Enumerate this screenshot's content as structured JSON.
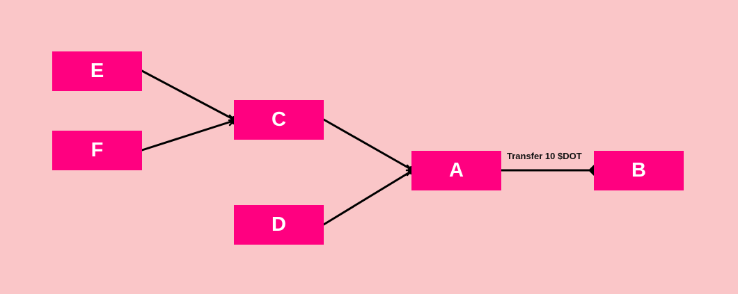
{
  "colors": {
    "background": "#fac6c8",
    "node_fill": "#ff0080",
    "node_text": "#ffffff",
    "edge": "#000000"
  },
  "nodes": {
    "e": "E",
    "f": "F",
    "c": "C",
    "d": "D",
    "a": "A",
    "b": "B"
  },
  "edges": [
    {
      "from": "E",
      "to": "C",
      "label": ""
    },
    {
      "from": "F",
      "to": "C",
      "label": ""
    },
    {
      "from": "C",
      "to": "A",
      "label": ""
    },
    {
      "from": "D",
      "to": "A",
      "label": ""
    },
    {
      "from": "A",
      "to": "B",
      "label": "Transfer 10 $DOT"
    }
  ],
  "edge_labels": {
    "a_to_b": "Transfer 10 $DOT"
  }
}
